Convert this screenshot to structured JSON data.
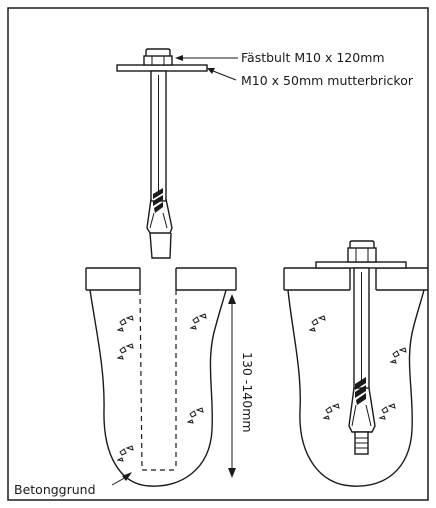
{
  "labels": {
    "bolt": "Fästbult M10 x 120mm",
    "washer": "M10 x 50mm mutterbrickor",
    "depth": "130 -140mm",
    "base": "Betonggrund"
  }
}
